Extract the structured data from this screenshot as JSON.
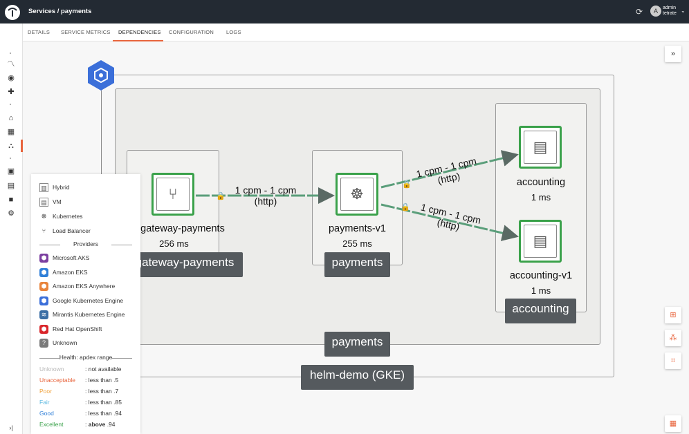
{
  "header": {
    "breadcrumb": "Services  /  payments",
    "user_name": "admin",
    "user_org": "tetrate",
    "avatar_letter": "A"
  },
  "tabs": [
    "DETAILS",
    "SERVICE METRICS",
    "DEPENDENCIES",
    "CONFIGURATION",
    "LOGS"
  ],
  "active_tab": "DEPENDENCIES",
  "graph": {
    "cluster_label": "helm-demo (GKE)",
    "namespace_outer_label": "payments",
    "groups": {
      "gateway": "gateway-payments",
      "payments": "payments",
      "accounting": "accounting"
    },
    "nodes": [
      {
        "name": "gateway-payments",
        "latency": "256 ms",
        "icon": "load-balancer-icon"
      },
      {
        "name": "payments-v1",
        "latency": "255 ms",
        "icon": "kubernetes-icon"
      },
      {
        "name": "accounting",
        "latency": "1 ms",
        "icon": "vm-icon"
      },
      {
        "name": "accounting-v1",
        "latency": "1 ms",
        "icon": "vm-icon"
      }
    ],
    "edges": [
      {
        "from": "gateway-payments",
        "to": "payments-v1",
        "rate": "1 cpm - 1 cpm",
        "protocol": "(http)"
      },
      {
        "from": "payments-v1",
        "to": "accounting",
        "rate": "1 cpm - 1 cpm",
        "protocol": "(http)"
      },
      {
        "from": "payments-v1",
        "to": "accounting-v1",
        "rate": "1 cpm - 1 cpm",
        "protocol": "(http)"
      }
    ]
  },
  "legend": {
    "types": [
      {
        "label": "Hybrid",
        "icon": "hybrid-icon"
      },
      {
        "label": "VM",
        "icon": "vm-icon"
      },
      {
        "label": "Kubernetes",
        "icon": "kubernetes-icon"
      },
      {
        "label": "Load Balancer",
        "icon": "load-balancer-icon"
      }
    ],
    "providers_title": "Providers",
    "providers": [
      {
        "label": "Microsoft AKS",
        "color": "#7b3fa0"
      },
      {
        "label": "Amazon EKS",
        "color": "#2f7fd8"
      },
      {
        "label": "Amazon EKS Anywhere",
        "color": "#e8843c"
      },
      {
        "label": "Google Kubernetes Engine",
        "color": "#3b6fd9"
      },
      {
        "label": "Mirantis Kubernetes Engine",
        "color": "#3a6ea5"
      },
      {
        "label": "Red Hat OpenShift",
        "color": "#d9262b"
      },
      {
        "label": "Unknown",
        "color": "#7a7a7a"
      }
    ],
    "health_title": "Health: apdex range",
    "health": [
      {
        "name": "Unknown",
        "desc": ": not available",
        "color": "#b8b8b8"
      },
      {
        "name": "Unacceptable",
        "desc": ": less than .5",
        "color": "#e8643c"
      },
      {
        "name": "Poor",
        "desc": ": less than .7",
        "color": "#f0a23c"
      },
      {
        "name": "Fair",
        "desc": ": less than .85",
        "color": "#5cb8e0"
      },
      {
        "name": "Good",
        "desc": ": less than .94",
        "color": "#2f7fd8"
      },
      {
        "name": "Excellent",
        "desc_bold": "above",
        "desc": ".94",
        "color": "#3aa14a"
      }
    ]
  },
  "colors": {
    "accent": "#e8643c",
    "healthy_green": "#3aa14a",
    "edge_green": "#5a9e7a",
    "topbar": "#232a33"
  }
}
